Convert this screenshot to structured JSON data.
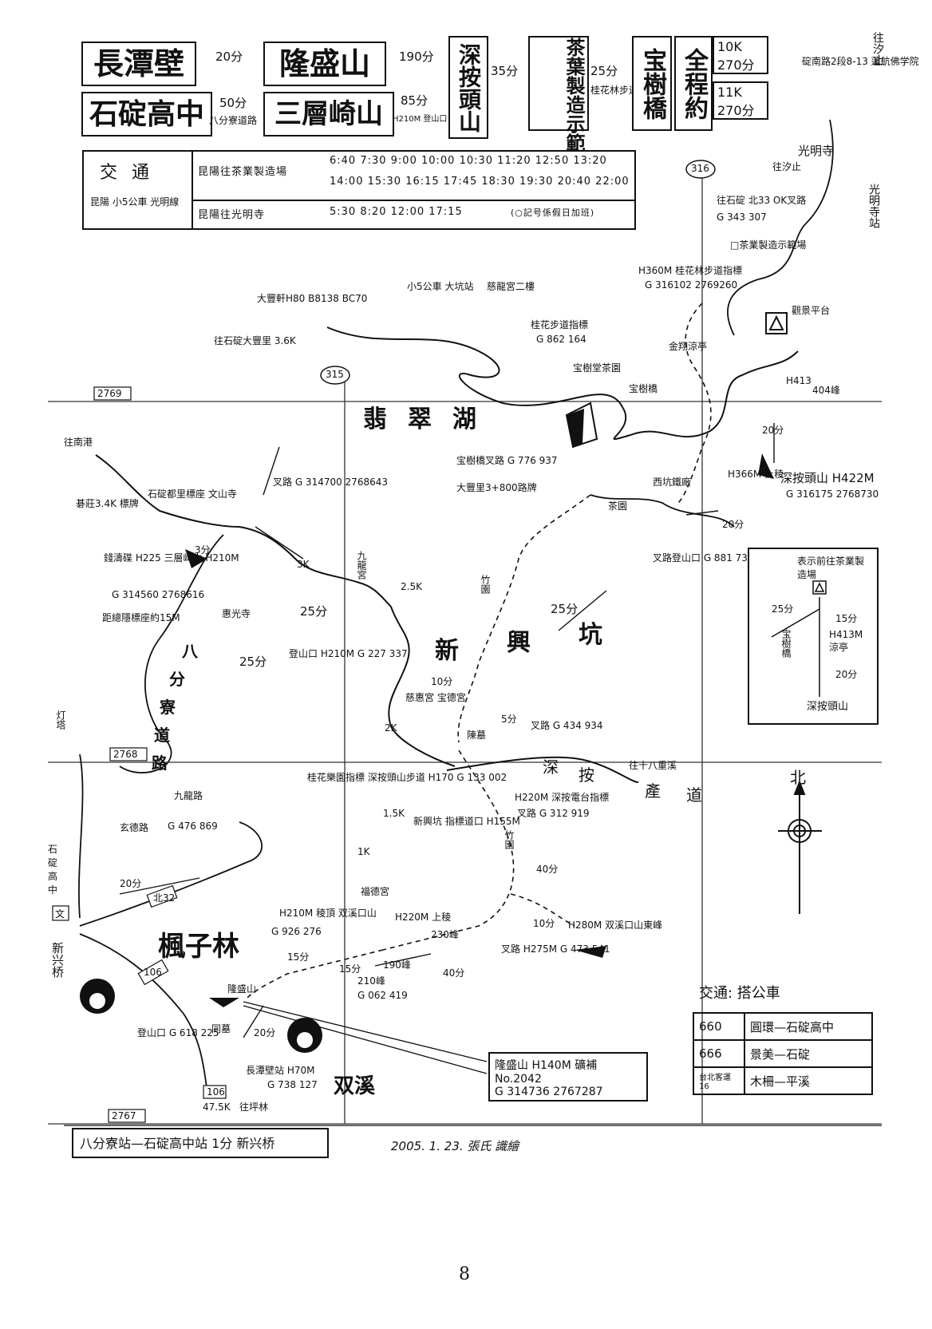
{
  "header": {
    "start1": "長潭壁",
    "start2": "石碇高中",
    "t_start1": "20分",
    "t_start2": "50分",
    "t_start2_note": "八分寮道路",
    "peak1": "隆盛山",
    "peak2": "三層崎山",
    "t_peak1": "190分",
    "t_peak2": "85分",
    "t_peak2_note": "H210M 登山口",
    "peak3": "深按頭山",
    "t_peak3": "35分",
    "station": "茶葉製造示範場",
    "t_station": "25分",
    "t_station_note": "桂花林步道",
    "bridge": "宝樹橋",
    "total_label": "全程約",
    "total1": "10K 270分",
    "total2": "11K 270分"
  },
  "transit": {
    "label_title": "交通",
    "label_sub": "昆陽 小5公車 光明線",
    "route1": "昆陽往茶業製造場",
    "times1a": "6:40  7:30  9:00  10:00  10:30  11:20  12:50  13:20",
    "times1b": "14:00  15:30  16:15  17:45  18:30  19:30  20:40  22:00",
    "route2": "昆陽往光明寺",
    "times2": "5:30  8:20  12:00  17:15",
    "note": "(○記号係假日加班)"
  },
  "labels": {
    "lake": [
      "翡",
      "翠",
      "湖"
    ],
    "xinxing": [
      "新",
      "興",
      "坑"
    ],
    "fengzilin": "楓子林",
    "shuangxi": "双溪",
    "bafenliao": [
      "八",
      "分",
      "寮",
      "道",
      "路"
    ],
    "shenkeng_road": [
      "深",
      "按",
      "產",
      "道"
    ],
    "north": "北",
    "grid_2769": "2769",
    "grid_2768": "2768",
    "grid_2767": "2767",
    "road_315": "315",
    "road_316": "316",
    "road_106": "106",
    "road_106b": "106",
    "road_bei32": "北32",
    "to_xizhi": "往汐止",
    "sheshan_road": "碇南路2段8-13 蓮航佛学院",
    "guangming_temple": "光明寺",
    "guangming_station": "光明寺站",
    "to_wenshanjie": "往汐止",
    "fork_bei33": "往石碇 北33 OK叉路",
    "g343": "G 343 307",
    "tea_garden_factory": "□茶業製造示範場",
    "guihualin_sign": "H360M 桂花林步道指標",
    "g316102": "G 316102 2769260",
    "guanjing": "觀景平台",
    "jinhu_lodge": "金翔涼亭",
    "tea_shop": "宝樹堂茶園",
    "guihua_sign2": "桂花步道指標",
    "g862": "G 862 164",
    "bridge_label": "宝樹橋",
    "h413": "H413",
    "peak404": "404峰",
    "bridge_fork": "宝樹橋叉路 G 776 937",
    "dahsiaoli": "大豐里3+800路牌",
    "xiao5": "小5公車 大坑站",
    "to_shiding": "往石碇大豐里 3.6K",
    "dafeng_g": "大豐軒H80 B8138 BC70",
    "chongyang": "慈龍宮二樓",
    "t_20_a": "20分",
    "t_20_b": "20分",
    "h366": "H366M 上稜",
    "shenkeng_peak": "深按頭山 H422M",
    "g316175": "G 316175 2768730",
    "tea_garden2": "茶園",
    "tea_shop2": "西坑鐵廠",
    "fork_trail": "叉路登山口 G 881 731",
    "bamboo1": "竹園",
    "t25_a": "25分",
    "t25_b": "25分",
    "t25_c": "25分",
    "t3": "3分",
    "to_nangang": "往南港",
    "gaozhuang": "碁莊3.4K 標牌",
    "shiding_sign": "石碇都里標座 文山寺",
    "fork_g": "叉路 G 314700 2768643",
    "sanceng": "錢濤碟 H225 三層崎山 H210M",
    "g314560": "G 314560 2768616",
    "stone_note": "距總隱標座約15M",
    "huiguang": "惠光寺",
    "k3": "3K",
    "jiulong": "九龍宮",
    "k25": "2.5K",
    "trailhead_g": "登山口 H210M G 227 337",
    "cihui": "慈惠宮 宝德宮",
    "t10": "10分",
    "t5": "5分",
    "k2": "2K",
    "fork_g434": "叉路 G 434 934",
    "chenmu": "陳墓",
    "to_18": "往十八重溪",
    "guihua_sign3": "桂花樂園指標 深按頭山步道 H170 G 133 002",
    "h220": "H220M 深按電台指標",
    "fork_g312": "叉路 G 312 919",
    "bamboo2": "竹園",
    "k15": "1.5K",
    "xinxing_sign": "新興坑 指標道口 H155M",
    "k1": "1K",
    "fuxing": "福德宮",
    "jiulu": "九龍路",
    "xuanhe": "玄德路",
    "g476": "G 476 869",
    "t20_c": "20分",
    "shidinghigh": [
      "石",
      "碇",
      "高",
      "中"
    ],
    "lighthouse": "灯塔",
    "wen": "文",
    "xinxing_bridge": "新兴桥",
    "t40": "40分",
    "h210_peak": "H210M 稜頂 双溪口山",
    "g926": "G 926 276",
    "h220_up": "H220M 上稜",
    "peak230": "230峰",
    "peak190": "190峰",
    "peak210": "210峰",
    "g062": "G 062 419",
    "t40b": "40分",
    "t15": "15分",
    "t15b": "15分",
    "fork_h275": "叉路 H275M G 473 541",
    "t10b": "10分",
    "shuangxi_east": "H280M 双溪口山東峰",
    "longsheng": "隆盛山",
    "tongmu": "同墓",
    "t20_d": "20分",
    "trail_g618": "登山口 G 618 225",
    "changtan": "長潭壁站 H70M",
    "g738": "G 738 127",
    "k475": "47.5K",
    "to_pinglin": "往坪林",
    "longsheng_box": "隆盛山 H140M 礦補 No.2042",
    "g314736": "G 314736 2767287",
    "bottom_note": "八分寮站—石碇高中站 1分 新兴桥",
    "author": "2005. 1. 23. 張氏 識繪",
    "inset_title": "表示前往茶業製造場",
    "inset_t25": "25分",
    "inset_bridge": "宝樹橋",
    "inset_t15": "15分",
    "inset_h413": "H413M 涼亭",
    "inset_t20": "20分",
    "inset_peak": "深按頭山",
    "page_number": "8"
  },
  "bus": {
    "title": "交通: 搭公車",
    "rows": [
      {
        "no": "660",
        "route": "圓環—石碇高中"
      },
      {
        "no": "666",
        "route": "景美—石碇"
      },
      {
        "no": "台北客運16",
        "route": "木柵—平溪"
      }
    ]
  }
}
